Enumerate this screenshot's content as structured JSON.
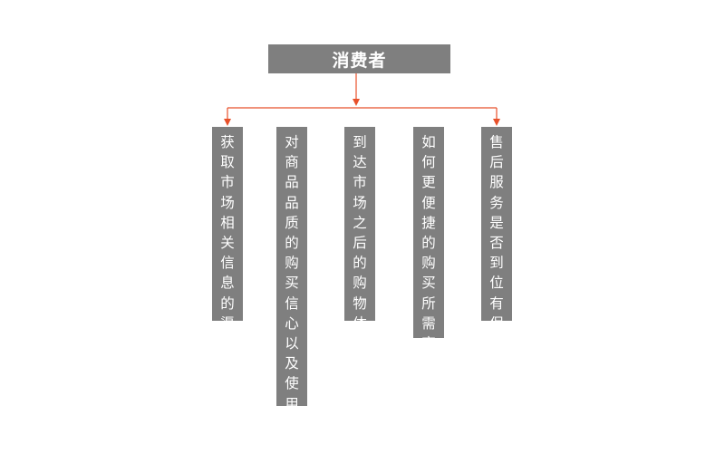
{
  "diagram": {
    "root": "消费者",
    "children": [
      "获取市场相关信息的渠道",
      "对商品品质的购买信心以及使用参考",
      "到达市场之后的购物体验",
      "如何更便捷的购买所需商品",
      "售后服务是否到位有保障"
    ]
  },
  "colors": {
    "box_fill": "#7f7f7f",
    "text": "#ffffff",
    "connector": "#e8502a"
  }
}
